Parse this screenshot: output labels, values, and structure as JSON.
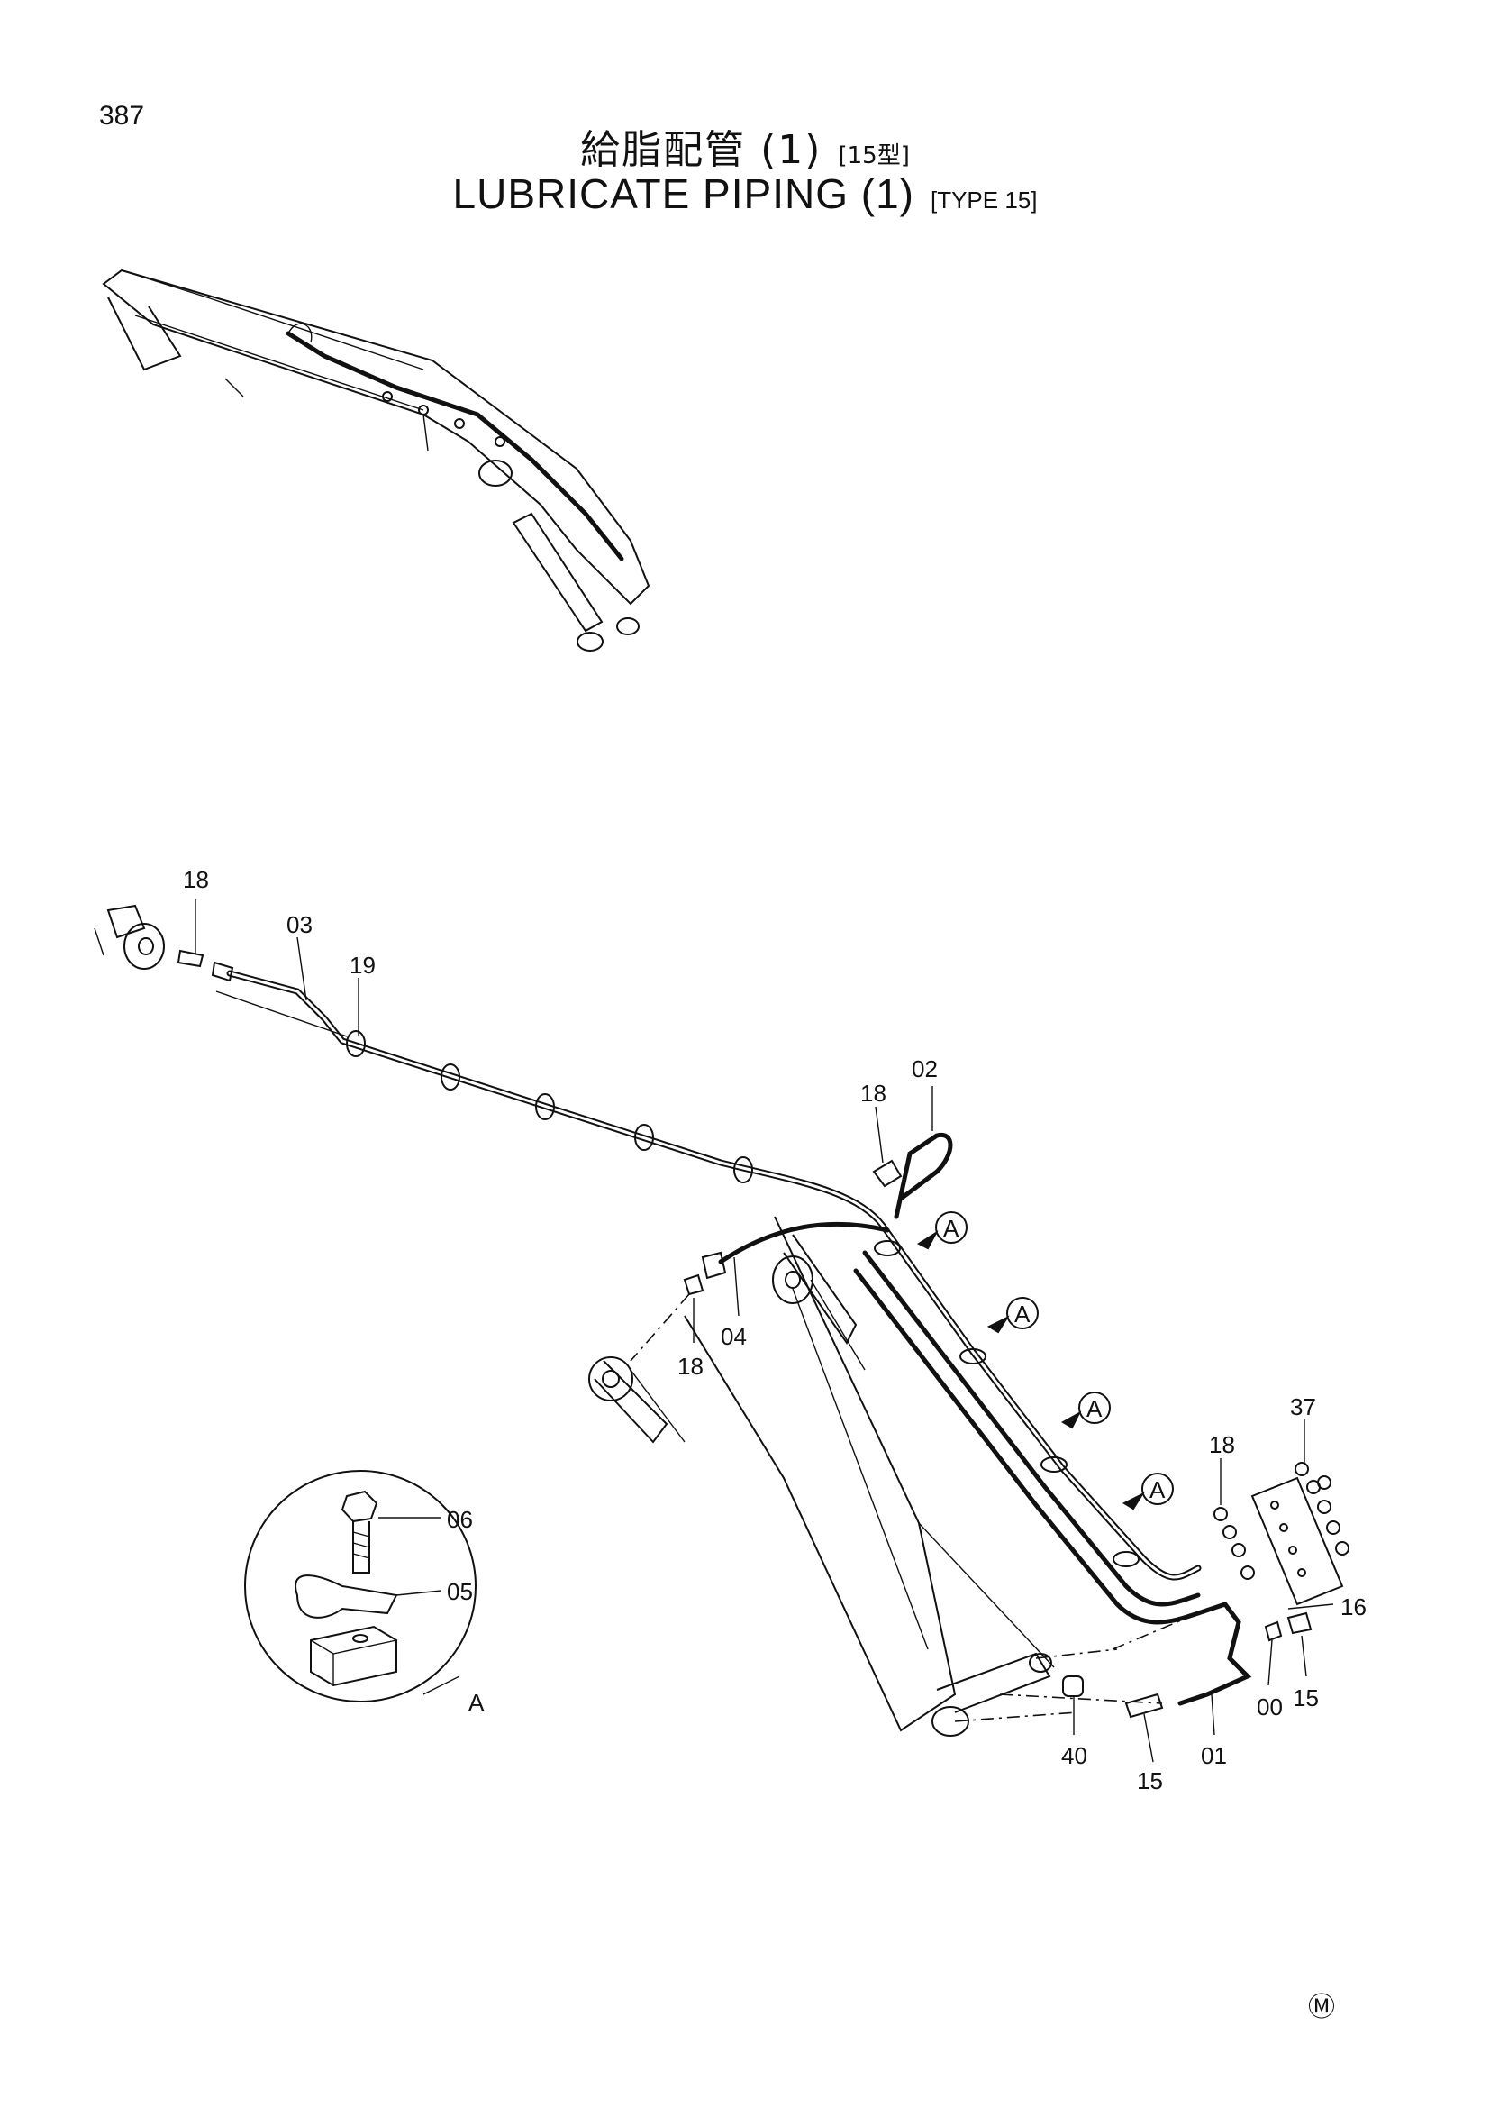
{
  "page": {
    "number": "387",
    "title_jp": "給脂配管 (1)",
    "title_jp_tag": "[15型]",
    "title_en": "LUBRICATE PIPING (1)",
    "title_en_tag": "[TYPE 15]",
    "mark": "Ⓜ"
  },
  "callouts": [
    {
      "id": "c18a",
      "text": "18"
    },
    {
      "id": "c03",
      "text": "03"
    },
    {
      "id": "c19",
      "text": "19"
    },
    {
      "id": "c02",
      "text": "02"
    },
    {
      "id": "c18b",
      "text": "18"
    },
    {
      "id": "c04",
      "text": "04"
    },
    {
      "id": "c18c",
      "text": "18"
    },
    {
      "id": "c18d",
      "text": "18"
    },
    {
      "id": "c37",
      "text": "37"
    },
    {
      "id": "c16",
      "text": "16"
    },
    {
      "id": "c15a",
      "text": "15"
    },
    {
      "id": "c00",
      "text": "00"
    },
    {
      "id": "c01",
      "text": "01"
    },
    {
      "id": "c15b",
      "text": "15"
    },
    {
      "id": "c40",
      "text": "40"
    },
    {
      "id": "c06",
      "text": "06"
    },
    {
      "id": "c05",
      "text": "05"
    }
  ],
  "clamp_markers": [
    "A",
    "A",
    "A",
    "A"
  ],
  "detail_label": "A"
}
